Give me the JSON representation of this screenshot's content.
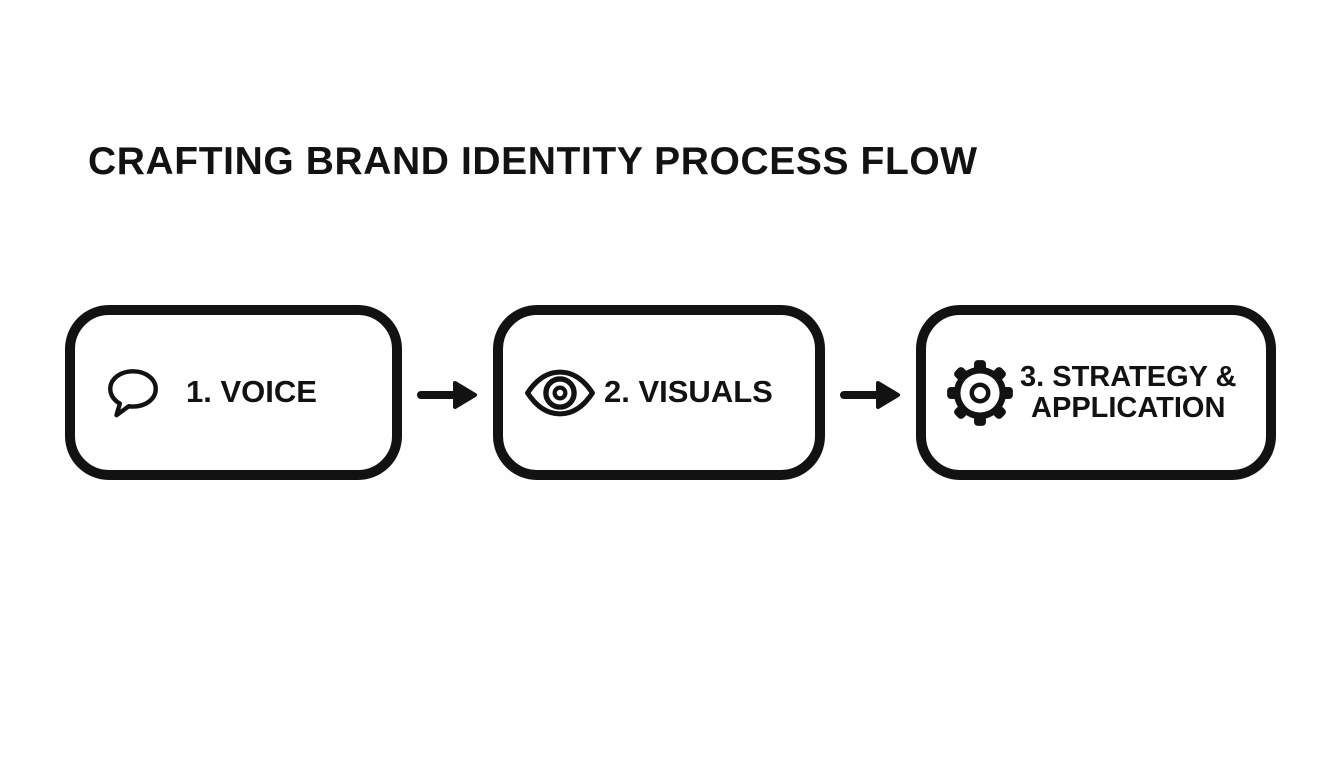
{
  "title": "CRAFTING BRAND IDENTITY PROCESS FLOW",
  "flow": {
    "steps": [
      {
        "line1": "1. VOICE",
        "line2": "",
        "icon": "speech-bubble-icon"
      },
      {
        "line1": "2. VISUALS",
        "line2": "",
        "icon": "eye-icon"
      },
      {
        "line1": "3. STRATEGY &",
        "line2": "APPLICATION",
        "icon": "gear-icon"
      }
    ],
    "connector": "right-arrow"
  },
  "colors": {
    "ink": "#121212",
    "background": "#fefefe",
    "box_background": "#ffffff"
  }
}
